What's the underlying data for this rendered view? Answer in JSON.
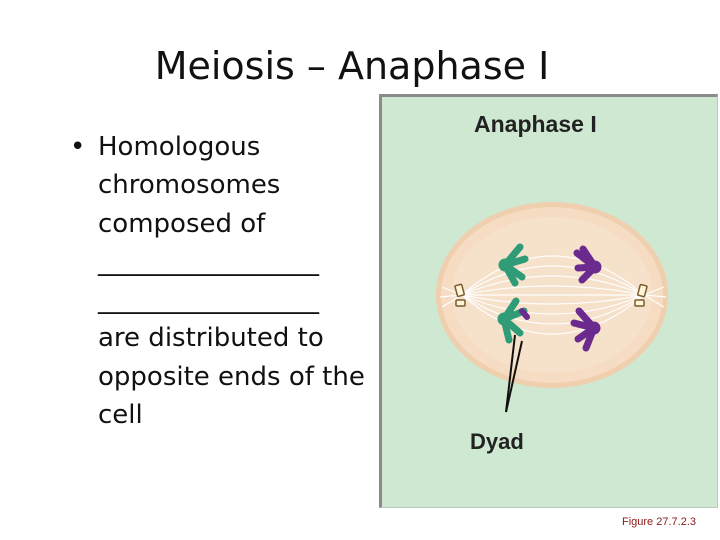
{
  "slide": {
    "title": "Meiosis – Anaphase I",
    "bullet_symbol": "•",
    "bullet_lines": [
      "Homologous",
      "chromosomes",
      "composed of",
      "_________________",
      "_________________",
      "are distributed to",
      "opposite ends of the",
      "cell"
    ]
  },
  "figure": {
    "title": "Anaphase I",
    "callout_label": "Dyad",
    "caption": "Figure 27.7.2.3",
    "colors": {
      "background": "#cfe8d2",
      "cell": "#f3d9bf",
      "green_chromosomes": "#2f9b77",
      "purple_chromosomes": "#6a2a8e",
      "spindle": "#ffffff"
    }
  }
}
